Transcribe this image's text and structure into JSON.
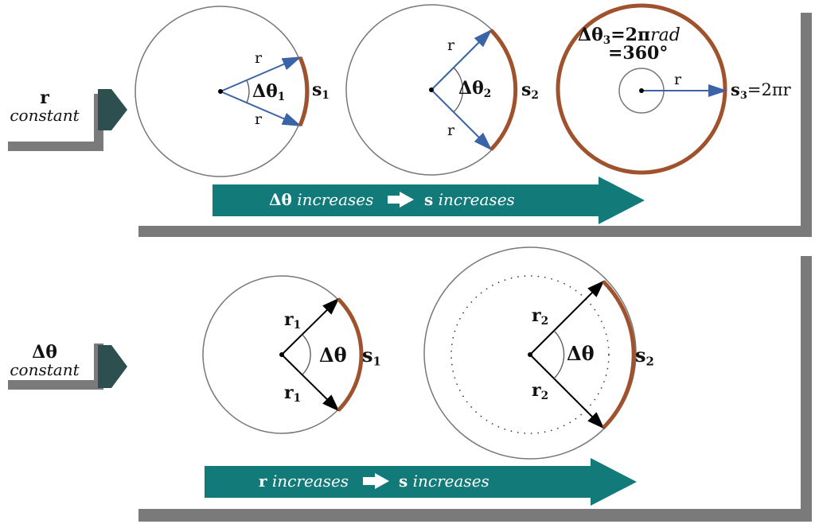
{
  "top_panel": {
    "side_tag": {
      "symbol": "r",
      "word": "constant"
    },
    "circle1": {
      "r_upper": "r",
      "r_lower": "r",
      "angle": "Δθ",
      "angle_sub": "1",
      "arc": "s",
      "arc_sub": "1"
    },
    "circle2": {
      "r_upper": "r",
      "r_lower": "r",
      "angle": "Δθ",
      "angle_sub": "2",
      "arc": "s",
      "arc_sub": "2"
    },
    "circle3": {
      "eq_line1_symbol": "Δθ",
      "eq_line1_sub": "3",
      "eq_line1_rest": "=2π",
      "eq_line1_unit": "rad",
      "eq_line2": "=360°",
      "radius": "r",
      "arc": "s",
      "arc_sub": "3",
      "arc_eq": "=2πr"
    },
    "banner": {
      "left_sym": "Δθ",
      "left_word": "increases",
      "right_sym": "s",
      "right_word": "increases"
    }
  },
  "bottom_panel": {
    "side_tag": {
      "symbol": "Δθ",
      "word": "constant"
    },
    "circle1": {
      "r_upper": "r",
      "r_upper_sub": "1",
      "r_lower": "r",
      "r_lower_sub": "1",
      "angle": "Δθ",
      "arc": "s",
      "arc_sub": "1"
    },
    "circle2": {
      "r_upper": "r",
      "r_upper_sub": "2",
      "r_lower": "r",
      "r_lower_sub": "2",
      "angle": "Δθ",
      "arc": "s",
      "arc_sub": "2"
    },
    "banner": {
      "left_sym": "r",
      "left_word": "increases",
      "right_sym": "s",
      "right_word": "increases"
    }
  },
  "colors": {
    "arc": "#a0522d",
    "radius_blue": "#3a63a8",
    "banner": "#137a7a",
    "shadow": "#7a7a7a",
    "side_arrow": "#2e4f4f"
  }
}
